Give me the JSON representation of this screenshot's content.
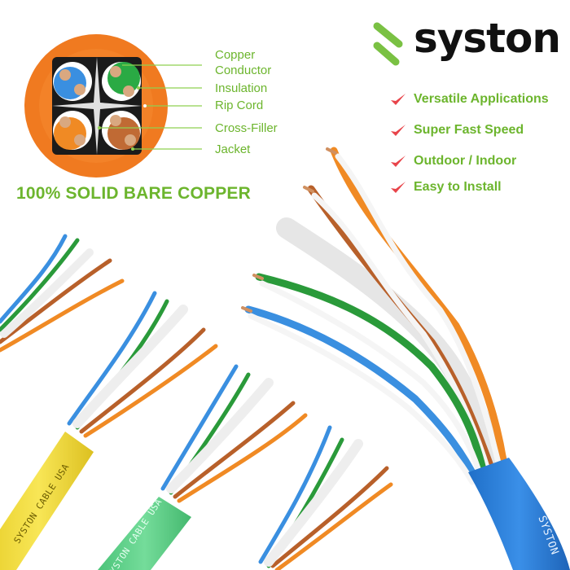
{
  "brand": {
    "name": "syston",
    "mark_color": "#7ac143",
    "text_color": "#111111"
  },
  "diagram": {
    "title": "cable-cross-section",
    "jacket_color": "#f07a20",
    "callouts": [
      {
        "label": "Copper\nConductor",
        "line1": "Copper",
        "line2": "Conductor"
      },
      {
        "label": "Insulation"
      },
      {
        "label": "Rip Cord"
      },
      {
        "label": "Cross-Filler"
      },
      {
        "label": "Jacket"
      }
    ]
  },
  "headline": "100% SOLID BARE COPPER",
  "features": [
    {
      "label": "Versatile Applications",
      "icon": "check-icon"
    },
    {
      "label": "Super Fast Speed",
      "icon": "check-icon"
    },
    {
      "label": "Outdoor / Indoor",
      "icon": "check-icon"
    },
    {
      "label": "Easy to Install",
      "icon": "check-icon"
    }
  ],
  "cables": [
    {
      "jacket": "yellow",
      "color": "#f2dc3a",
      "print": "SYSTON CABLE USA"
    },
    {
      "jacket": "green",
      "color": "#5fd28a",
      "print": "SYSTON CABLE USA"
    },
    {
      "jacket": "gray",
      "color": "#d9d9d9",
      "print": ""
    },
    {
      "jacket": "blue",
      "color": "#2f7fd8",
      "print": "SYSTON"
    }
  ],
  "colors": {
    "accent_green": "#6cb52d",
    "check_red": "#e8444a",
    "wire_blue": "#3a8fe0",
    "wire_green": "#2a9a3a",
    "wire_orange": "#f08a24",
    "wire_brown": "#b8602a"
  }
}
